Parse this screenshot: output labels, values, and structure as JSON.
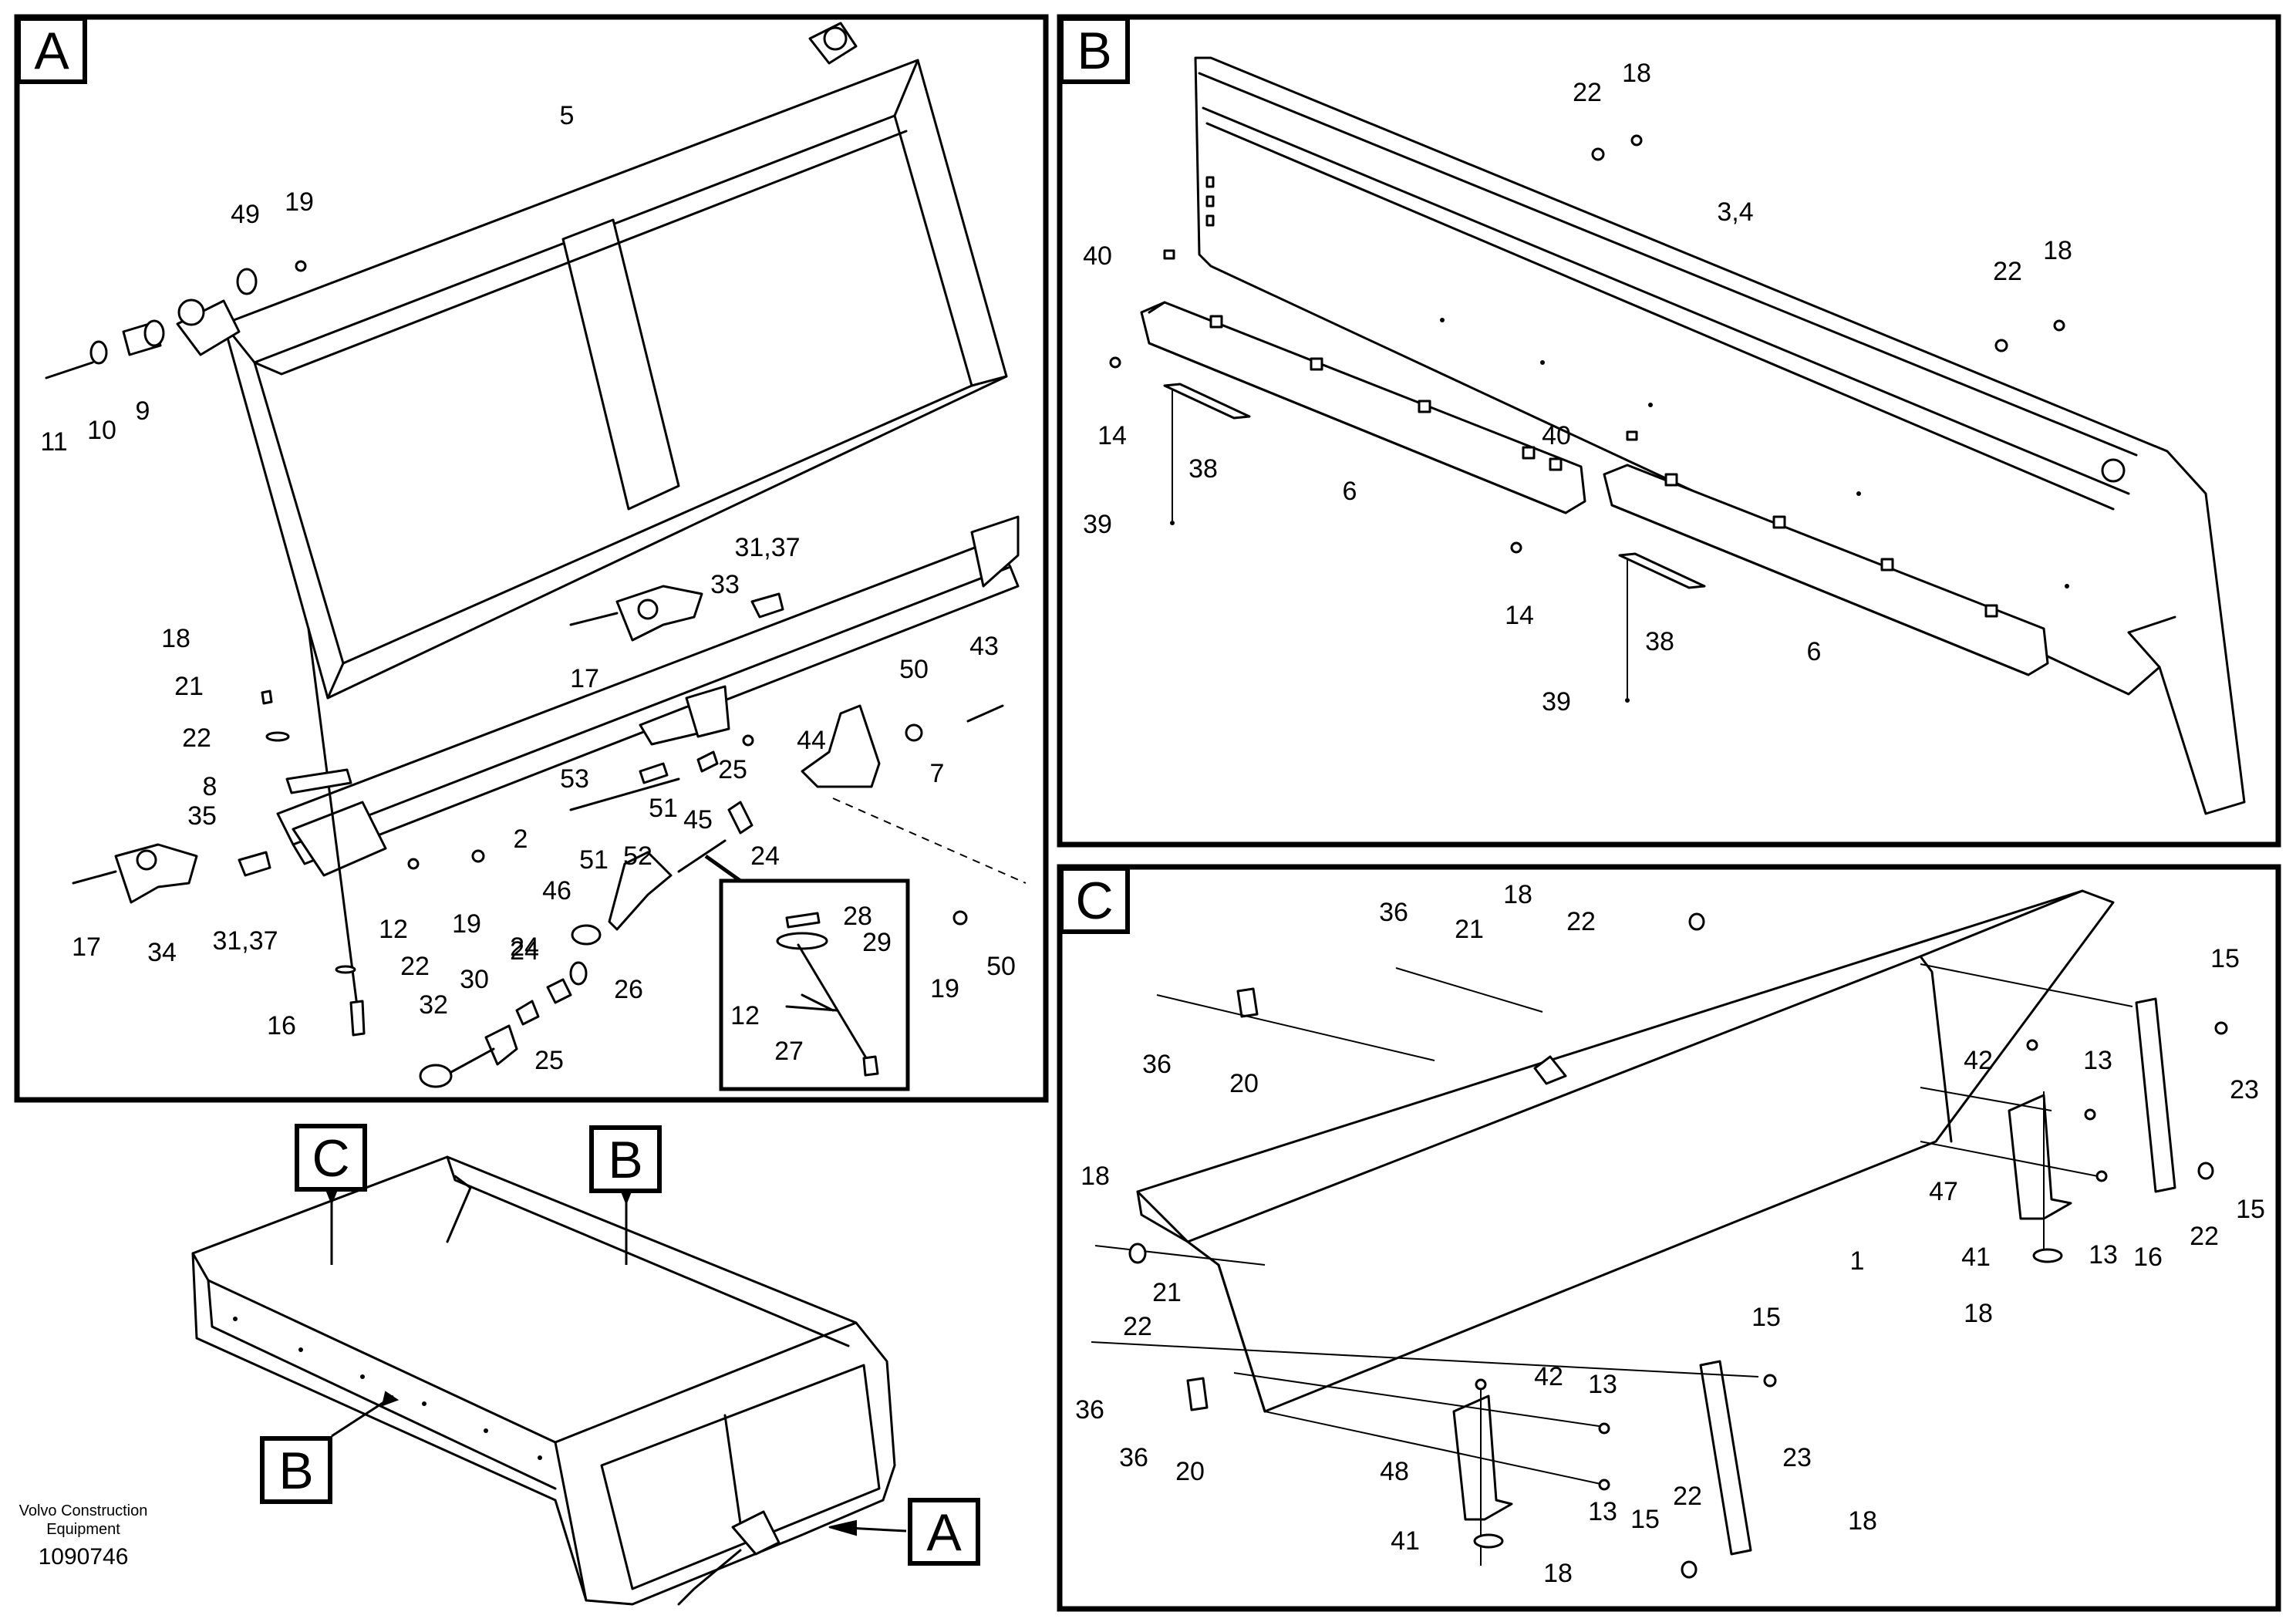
{
  "panels": [
    {
      "key": "A",
      "label": "A"
    },
    {
      "key": "B",
      "label": "B"
    },
    {
      "key": "C",
      "label": "C"
    }
  ],
  "overview_labels": [
    "C",
    "B",
    "B",
    "A"
  ],
  "callouts": {
    "A": [
      "5",
      "49",
      "19",
      "11",
      "10",
      "9",
      "31,37",
      "33",
      "17",
      "18",
      "21",
      "22",
      "8",
      "35",
      "53",
      "44",
      "43",
      "50",
      "7",
      "25",
      "2",
      "51",
      "45",
      "24",
      "52",
      "46",
      "12",
      "19",
      "17",
      "34",
      "31,37",
      "51",
      "26",
      "28",
      "29",
      "12",
      "27",
      "19",
      "50",
      "24",
      "22",
      "30",
      "32",
      "24",
      "25",
      "16"
    ],
    "B": [
      "22",
      "18",
      "3,4",
      "40",
      "22",
      "18",
      "14",
      "38",
      "39",
      "6",
      "40",
      "14",
      "38",
      "6",
      "39"
    ],
    "C": [
      "18",
      "22",
      "36",
      "21",
      "15",
      "36",
      "20",
      "42",
      "13",
      "23",
      "18",
      "47",
      "1",
      "21",
      "22",
      "13",
      "16",
      "22",
      "15",
      "41",
      "18",
      "15",
      "36",
      "42",
      "13",
      "36",
      "20",
      "23",
      "48",
      "13",
      "41",
      "18",
      "15",
      "22",
      "18"
    ]
  },
  "footer": {
    "company": "Volvo Construction\nEquipment",
    "drawing_number": "1090746"
  }
}
